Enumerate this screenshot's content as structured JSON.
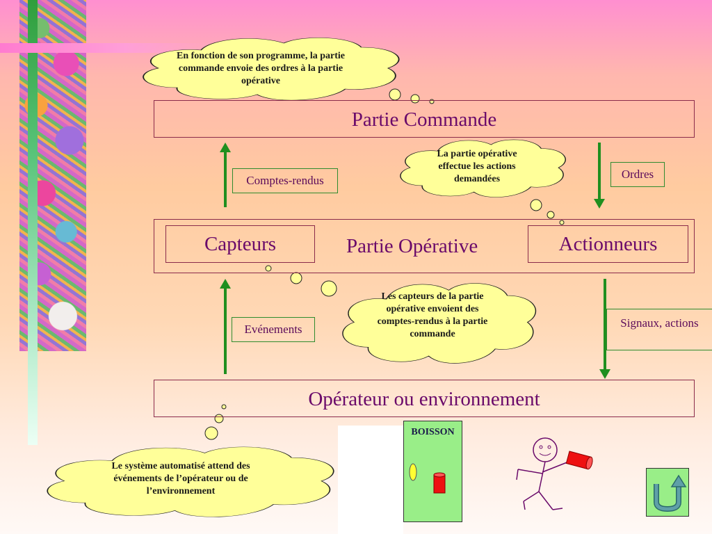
{
  "diagram": {
    "partie_commande": "Partie Commande",
    "partie_operative": "Partie Opérative",
    "capteurs": "Capteurs",
    "actionneurs": "Actionneurs",
    "operateur": "Opérateur ou environnement",
    "labels": {
      "comptes_rendus": "Comptes-rendus",
      "ordres": "Ordres",
      "evenements": "Evénements",
      "signaux": "Signaux, actions"
    }
  },
  "clouds": {
    "cloud1": "En fonction de son programme, la partie commande envoie des ordres à la partie opérative",
    "cloud2": "La partie opérative effectue les actions demandées",
    "cloud3": "Les capteurs de la partie opérative envoient des comptes-rendus à la partie commande",
    "cloud4": "Le système automatisé attend des événements de l’opérateur ou de l’environnement"
  },
  "machine": {
    "label": "BOISSON"
  },
  "icons": [
    "stick-figure-icon",
    "can-icon",
    "return-icon"
  ],
  "colors": {
    "arrow": "#1f8f1f",
    "box_border": "#8a2a4a",
    "text": "#6a0a6a",
    "cloud_fill": "#ffff99",
    "machine_fill": "#99ee88"
  }
}
